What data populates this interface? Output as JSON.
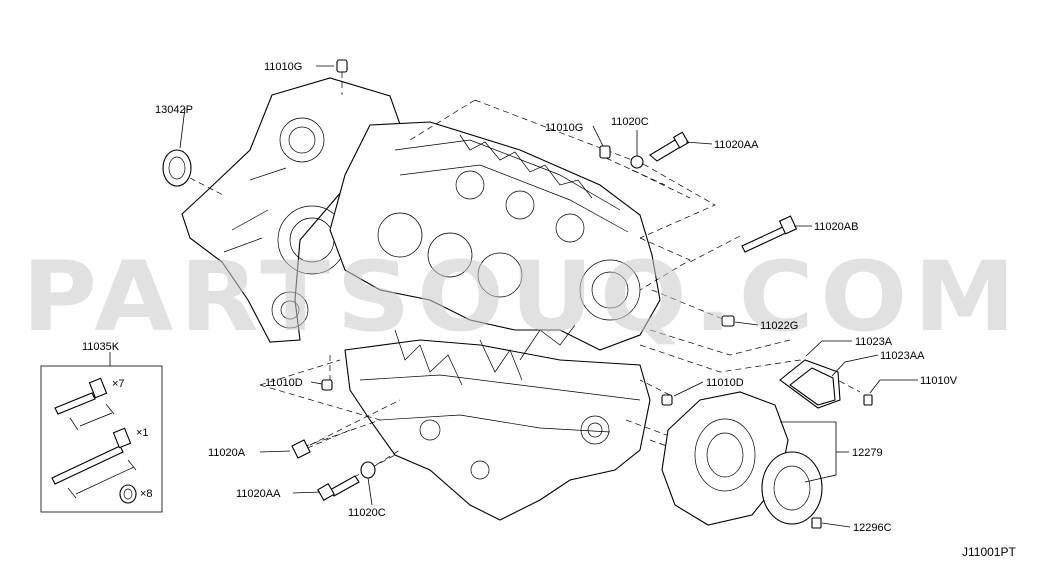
{
  "watermark": "PARTSOUQ.COM",
  "diagram_code": "J11001PT",
  "callouts": {
    "p11010G_top": "11010G",
    "p13042P": "13042P",
    "p11010G_mid": "11010G",
    "p11020C_top": "11020C",
    "p11020AA_top": "11020AA",
    "p11020AB": "11020AB",
    "p11022G": "11022G",
    "p11023A": "11023A",
    "p11023AA": "11023AA",
    "p11010V": "11010V",
    "p11010D_left": "11010D",
    "p11010D_right": "11010D",
    "p11020A": "11020A",
    "p11020AA_bottom": "11020AA",
    "p11020C_bottom": "11020C",
    "p12279": "12279",
    "p12296C": "12296C"
  },
  "kit": {
    "label": "11035K",
    "items": [
      {
        "qty": "×7"
      },
      {
        "qty": "×1"
      },
      {
        "qty": "×8"
      }
    ]
  }
}
